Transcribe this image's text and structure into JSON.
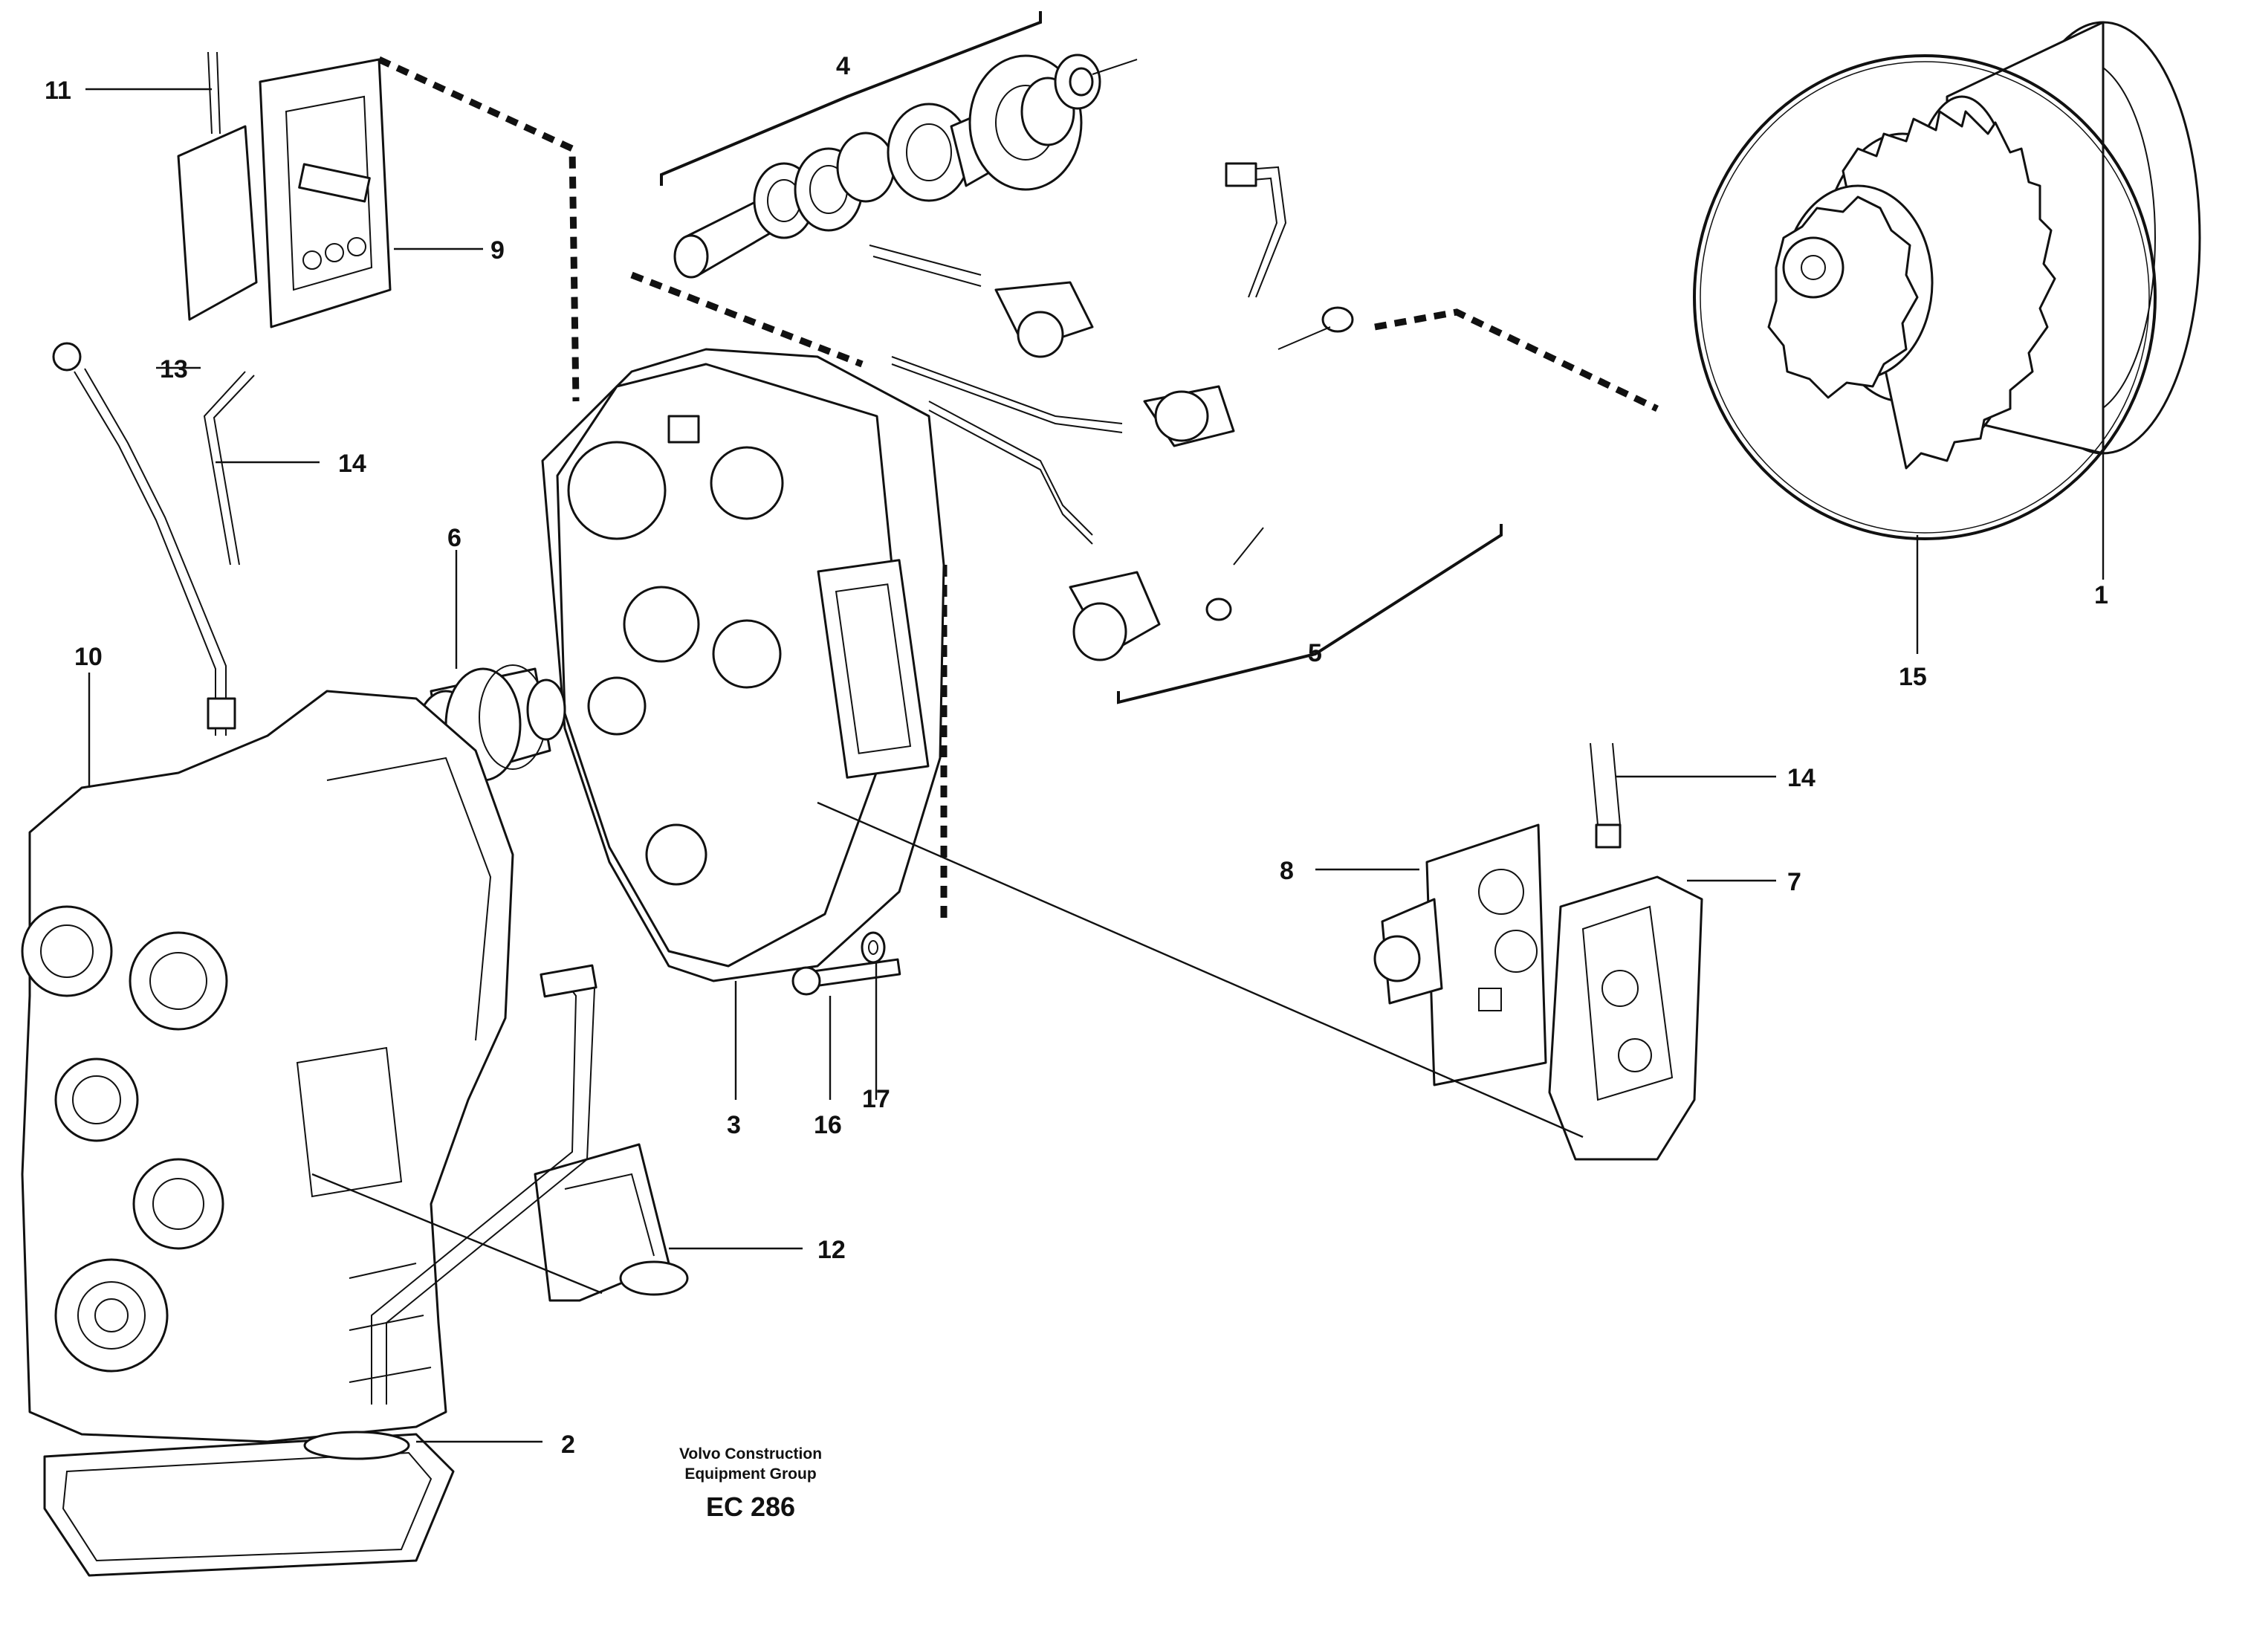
{
  "caption": {
    "line1": "Volvo Construction",
    "line2": "Equipment Group",
    "code": "EC 286"
  },
  "callouts": {
    "c1": "1",
    "c2": "2",
    "c3": "3",
    "c4": "4",
    "c5": "5",
    "c6": "6",
    "c7": "7",
    "c8": "8",
    "c9": "9",
    "c10": "10",
    "c11": "11",
    "c12": "12",
    "c13": "13",
    "c14a": "14",
    "c14b": "14",
    "c15": "15",
    "c16": "16",
    "c17": "17"
  }
}
